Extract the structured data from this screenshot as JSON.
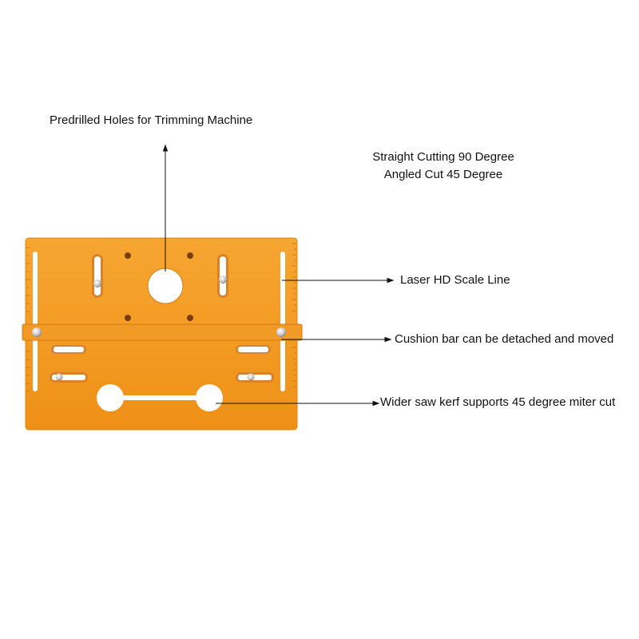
{
  "callouts": {
    "predrilled_holes": "Predrilled Holes for Trimming Machine",
    "straight_cutting": "Straight Cutting 90 Degree",
    "angled_cut": "Angled Cut 45 Degree",
    "laser_scale": "Laser HD Scale Line",
    "cushion_bar": "Cushion bar can be detached and moved",
    "saw_kerf": "Wider saw kerf supports 45 degree miter cut"
  },
  "colors": {
    "plate": "#f39a1f",
    "plate_edge": "#e58410",
    "background": "#ffffff",
    "text": "#111111"
  }
}
